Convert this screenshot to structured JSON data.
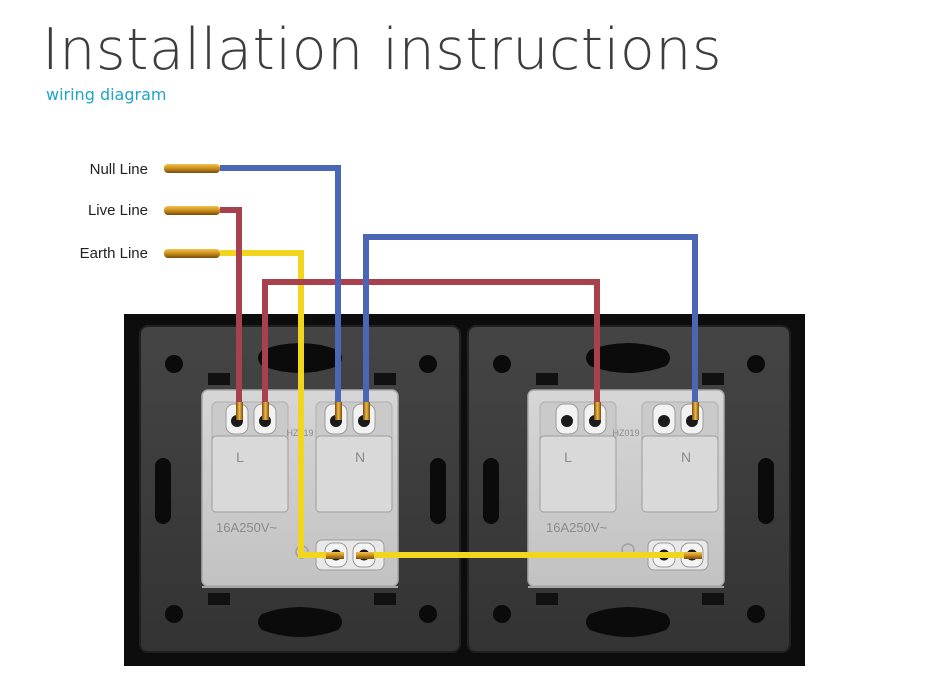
{
  "header": {
    "title": "Installation instructions",
    "subtitle": "wiring diagram"
  },
  "wires": {
    "null_line": {
      "label": "Null Line",
      "color": "#4a66b4"
    },
    "live_line": {
      "label": "Live Line",
      "color": "#a8414e"
    },
    "earth_line": {
      "label": "Earth Line",
      "color": "#f2d51e"
    }
  },
  "panel": {
    "frame_color": "#0d0d0d",
    "plate_color": "#3a3a3a"
  },
  "sockets": {
    "left": {
      "live_mark": "L",
      "neutral_mark": "N",
      "rating": "16A250V~",
      "model": "HZ019"
    },
    "right": {
      "live_mark": "L",
      "neutral_mark": "N",
      "rating": "16A250V~",
      "model": "HZ019"
    }
  }
}
